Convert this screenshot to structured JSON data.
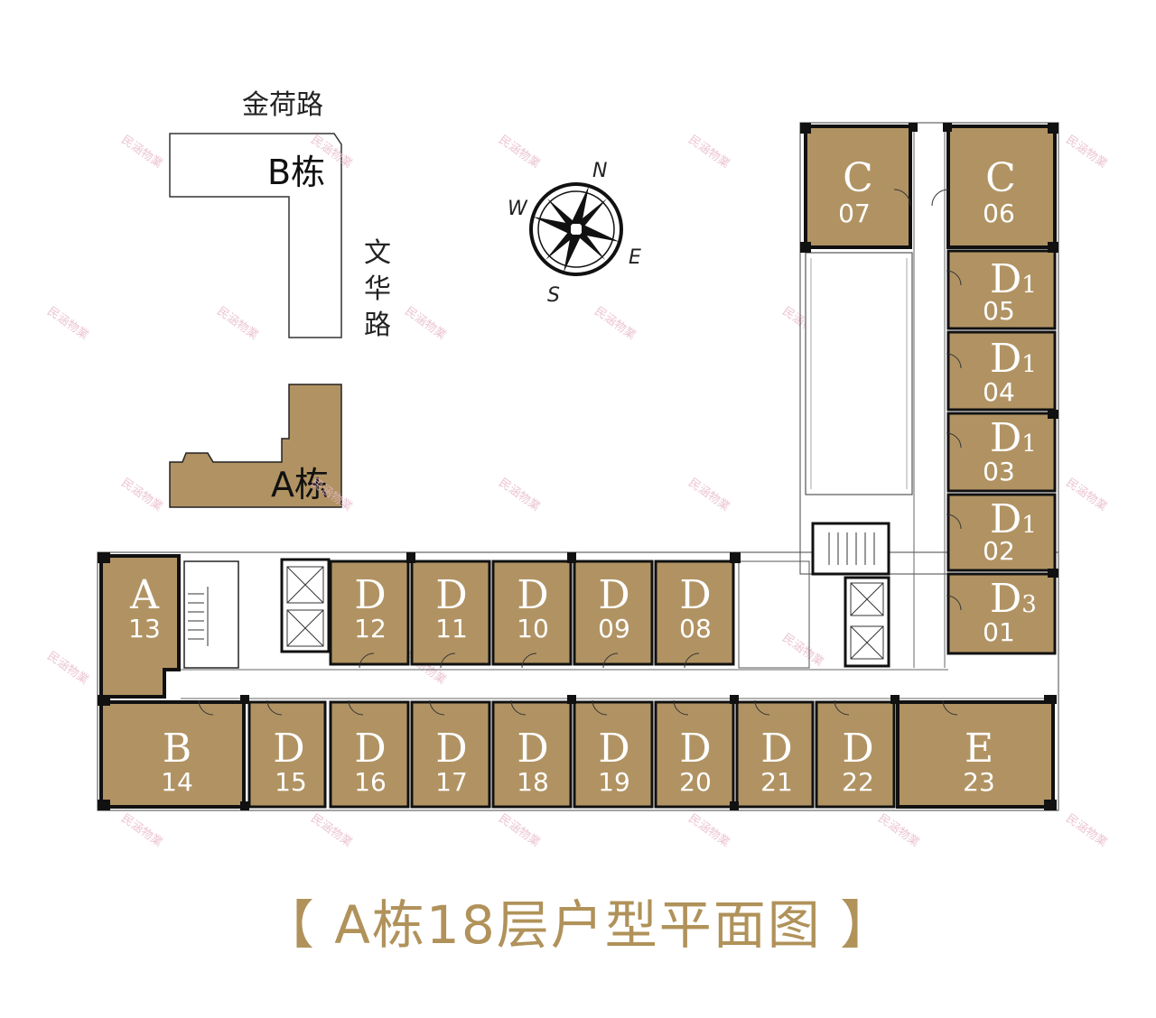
{
  "roads": {
    "north": "金荷路",
    "east": "文华路"
  },
  "buildings": {
    "b": "B栋",
    "a": "A栋"
  },
  "compass": {
    "n": "N",
    "e": "E",
    "s": "S",
    "w": "W"
  },
  "watermark": "民涵物業",
  "colors": {
    "unit_fill": "#b19363",
    "wall": "#111111",
    "caption": "#b0925a"
  },
  "units": [
    {
      "type": "C",
      "sub": "",
      "no": "07"
    },
    {
      "type": "C",
      "sub": "",
      "no": "06"
    },
    {
      "type": "D",
      "sub": "1",
      "no": "05"
    },
    {
      "type": "D",
      "sub": "1",
      "no": "04"
    },
    {
      "type": "D",
      "sub": "1",
      "no": "03"
    },
    {
      "type": "D",
      "sub": "1",
      "no": "02"
    },
    {
      "type": "D",
      "sub": "3",
      "no": "01"
    },
    {
      "type": "A",
      "sub": "",
      "no": "13"
    },
    {
      "type": "D",
      "sub": "",
      "no": "12"
    },
    {
      "type": "D",
      "sub": "",
      "no": "11"
    },
    {
      "type": "D",
      "sub": "",
      "no": "10"
    },
    {
      "type": "D",
      "sub": "",
      "no": "09"
    },
    {
      "type": "D",
      "sub": "",
      "no": "08"
    },
    {
      "type": "B",
      "sub": "",
      "no": "14"
    },
    {
      "type": "D",
      "sub": "",
      "no": "15"
    },
    {
      "type": "D",
      "sub": "",
      "no": "16"
    },
    {
      "type": "D",
      "sub": "",
      "no": "17"
    },
    {
      "type": "D",
      "sub": "",
      "no": "18"
    },
    {
      "type": "D",
      "sub": "",
      "no": "19"
    },
    {
      "type": "D",
      "sub": "",
      "no": "20"
    },
    {
      "type": "D",
      "sub": "",
      "no": "21"
    },
    {
      "type": "D",
      "sub": "",
      "no": "22"
    },
    {
      "type": "E",
      "sub": "",
      "no": "23"
    }
  ],
  "caption": "【 A栋18层户型平面图 】"
}
